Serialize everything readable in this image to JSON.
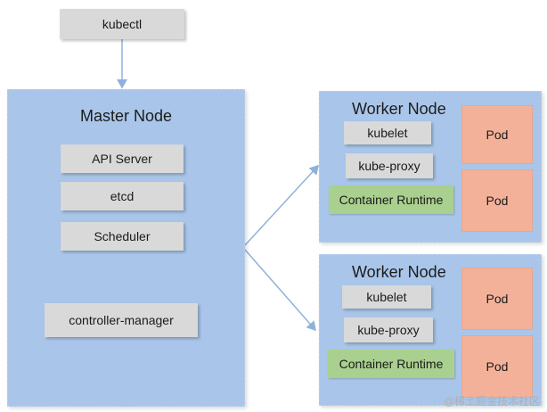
{
  "kubectl": {
    "label": "kubectl"
  },
  "master": {
    "title": "Master Node",
    "components": [
      "API Server",
      "etcd",
      "Scheduler"
    ],
    "controller": "controller-manager"
  },
  "workers": [
    {
      "title": "Worker Node",
      "kubelet": "kubelet",
      "proxy": "kube-proxy",
      "runtime": "Container Runtime",
      "pods": [
        "Pod",
        "Pod"
      ]
    },
    {
      "title": "Worker Node",
      "kubelet": "kubelet",
      "proxy": "kube-proxy",
      "runtime": "Container Runtime",
      "pods": [
        "Pod",
        "Pod"
      ]
    }
  ],
  "watermark": "@稀土掘金技术社区",
  "colors": {
    "panel": "#a9c6ea",
    "component": "#d9d9d9",
    "runtime": "#a9d08e",
    "pod": "#f4b199",
    "arrow": "#8fb2dd"
  }
}
